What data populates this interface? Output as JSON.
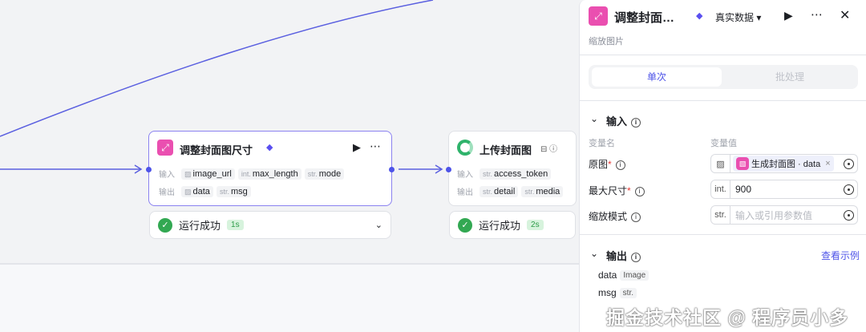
{
  "canvas": {
    "node1": {
      "title": "调整封面图尺寸",
      "input_label": "输入",
      "output_label": "输出",
      "inputs": [
        {
          "type": "img",
          "name": "image_url"
        },
        {
          "type": "int.",
          "name": "max_length"
        },
        {
          "type": "str.",
          "name": "mode"
        }
      ],
      "outputs": [
        {
          "type": "img",
          "name": "data"
        },
        {
          "type": "str.",
          "name": "msg"
        }
      ],
      "status": "运行成功",
      "time": "1s"
    },
    "node2": {
      "title": "上传封面图",
      "input_label": "输入",
      "output_label": "输出",
      "inputs": [
        {
          "type": "str.",
          "name": "access_token"
        }
      ],
      "outputs": [
        {
          "type": "str.",
          "name": "detail"
        },
        {
          "type": "str.",
          "name": "media"
        }
      ],
      "status": "运行成功",
      "time": "2s"
    },
    "edge_color": "#4d53e8"
  },
  "panel": {
    "title": "调整封面…",
    "data_mode": "真实数据",
    "subtitle": "缩放图片",
    "tabs": [
      {
        "label": "单次",
        "active": true
      },
      {
        "label": "批处理",
        "active": false
      }
    ],
    "input_section": "输入",
    "col_name": "变量名",
    "col_value": "变量值",
    "params": [
      {
        "name": "原图",
        "required": true,
        "prefix": "img",
        "ref_value": "生成封面图 · data"
      },
      {
        "name": "最大尺寸",
        "required": true,
        "prefix": "int.",
        "value": "900"
      },
      {
        "name": "缩放模式",
        "required": false,
        "prefix": "str.",
        "placeholder": "输入或引用参数值"
      }
    ],
    "output_section": "输出",
    "view_example": "查看示例",
    "outputs": [
      {
        "name": "data",
        "type": "Image"
      },
      {
        "name": "msg",
        "type": "str."
      }
    ]
  },
  "watermark": "掘金技术社区 @ 程序员小多"
}
